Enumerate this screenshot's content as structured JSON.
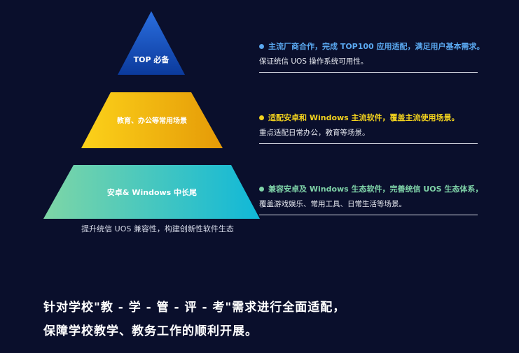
{
  "pyramid": {
    "tiers": [
      {
        "label": "TOP 必备",
        "color_start": "#2b6fe0",
        "color_end": "#0b3a9c"
      },
      {
        "label": "教育、办公等常用场景",
        "color_start": "#fcd21a",
        "color_end": "#e59a07"
      },
      {
        "label": "安卓& Windows 中长尾",
        "color_start": "#7ed6a6",
        "color_end": "#10b8d8"
      }
    ],
    "caption": "提升统信 UOS 兼容性，构建创新性软件生态"
  },
  "descriptions": [
    {
      "title": "主流厂商合作，完成 TOP100 应用适配，满足用户基本需求。",
      "detail": "保证统信 UOS 操作系统可用性。",
      "accent": "#5aa8f0"
    },
    {
      "title": "适配安卓和 Windows 主流软件，覆盖主流使用场景。",
      "detail": "重点适配日常办公，教育等场景。",
      "accent": "#f2d21e"
    },
    {
      "title": "兼容安卓及 Windows 生态软件，完善统信 UOS 生态体系，",
      "detail": "覆盖游戏娱乐、常用工具、日常生活等场景。",
      "accent": "#7fd3a8"
    }
  ],
  "headline": {
    "line1": "针对学校\"教 - 学 - 管 - 评 - 考\"需求进行全面适配，",
    "line2": "保障学校教学、教务工作的顺利开展。"
  },
  "colors": {
    "background": "#0a0f2c",
    "divider": "#d9dce6"
  }
}
